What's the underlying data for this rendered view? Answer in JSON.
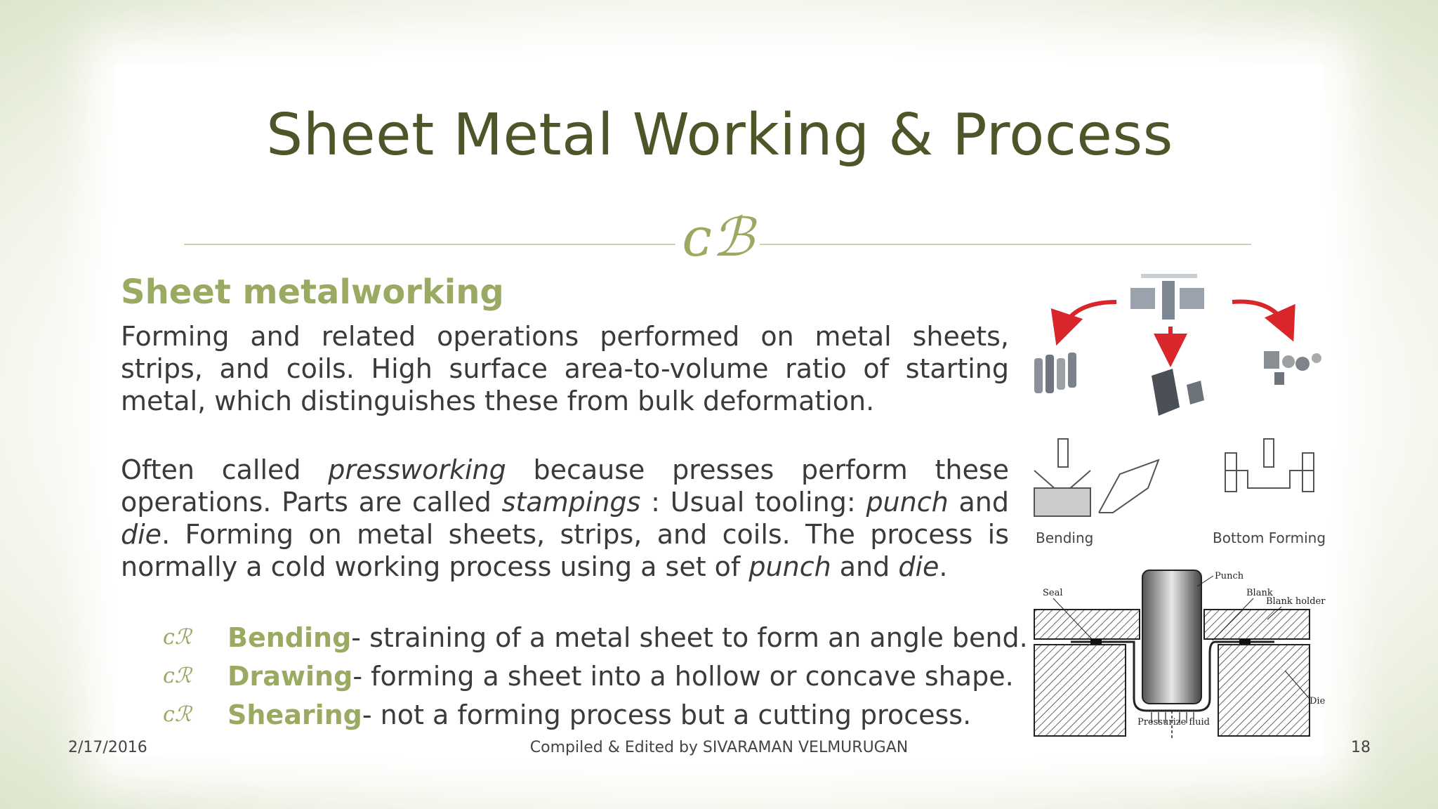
{
  "slide": {
    "title": "Sheet Metal Working & Process",
    "ornament": "ᴄℬ",
    "subheading": "Sheet metalworking",
    "para1": "Forming and related operations performed on metal sheets, strips, and coils. High surface area-to-volume ratio of starting metal, which distinguishes these from bulk deformation.",
    "para2": {
      "s1": "Often called ",
      "i1": "pressworking",
      "s2": " because presses perform these operations. Parts are called ",
      "i2": "stampings",
      "s3": " : Usual tooling: ",
      "i3": "punch",
      "s4": " and ",
      "i4": "die",
      "s5": ". Forming on metal sheets, strips, and coils. The process is normally a cold working process using a set of ",
      "i5": "punch",
      "s6": " and ",
      "i6": "die",
      "s7": "."
    },
    "bullets": [
      {
        "mark": "ᴄℛ",
        "term": "Bending",
        "text": " - straining of a metal sheet to form an angle bend."
      },
      {
        "mark": "ᴄℛ",
        "term": "Drawing",
        "text": " - forming a sheet into a hollow or concave shape."
      },
      {
        "mark": "ᴄℛ",
        "term": "Shearing",
        "text": " - not a forming process but a cutting process."
      }
    ]
  },
  "figure": {
    "caption_bending": "Bending",
    "caption_bottom_forming": "Bottom Forming",
    "label_seal": "Seal",
    "label_punch": "Punch",
    "label_blank": "Blank",
    "label_blank_holder": "Blank holder",
    "label_die": "Die",
    "label_pressurize_fluid": "Pressurize fluid"
  },
  "footer": {
    "date": "2/17/2016",
    "center": "Compiled & Edited by SIVARAMAN VELMURUGAN",
    "page": "18"
  },
  "colors": {
    "title": "#4f5528",
    "accent": "#9aaa62",
    "text": "#3a3a3a"
  }
}
